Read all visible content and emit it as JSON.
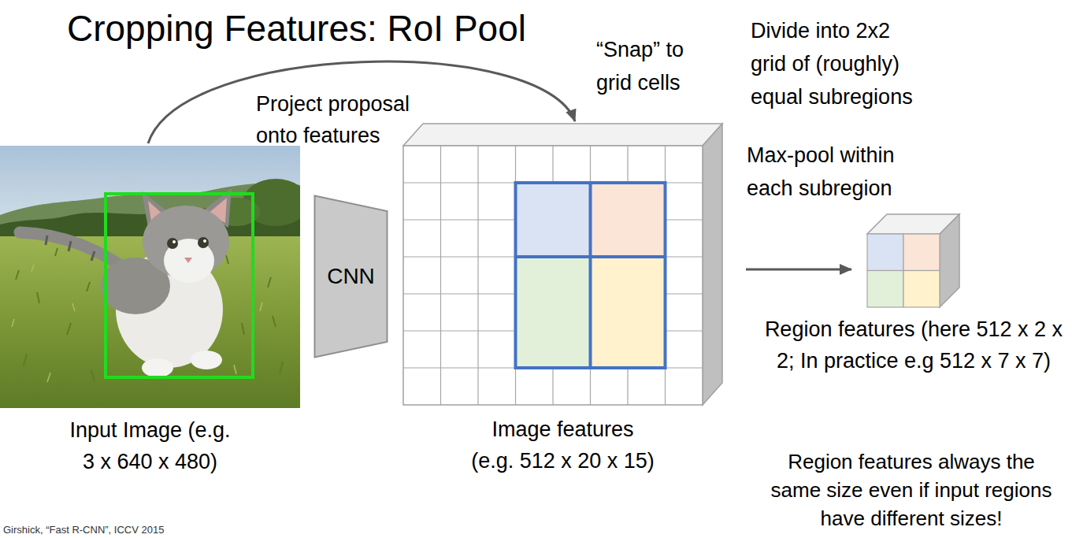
{
  "diagram": {
    "title": "Cropping Features: RoI Pool",
    "nodes": [
      {
        "text": [
          "Input Image (e.g. 3 x 640 x 480)"
        ]
      },
      {
        "text": [
          "CNN"
        ]
      },
      {
        "text": [
          "Image features (e.g. 512 x 20 x 15)"
        ]
      },
      {
        "text": [
          "Region features (here 512 x 2 x 2; In practice e.g 512 x 7 x 7)"
        ]
      }
    ],
    "edges": [
      {
        "from": 0,
        "to": 2,
        "arrow": "to",
        "label": "Project proposal onto features"
      },
      {
        "from": 2,
        "to": 3,
        "arrow": "to"
      }
    ],
    "labels": [
      "“Snap” to grid cells",
      "Divide into 2x2 grid of (roughly) equal subregions",
      "Max-pool within each subregion",
      "Region features always the same size even if input regions have different sizes!",
      "Girshick, “Fast R-CNN”, ICCV 2015"
    ]
  }
}
